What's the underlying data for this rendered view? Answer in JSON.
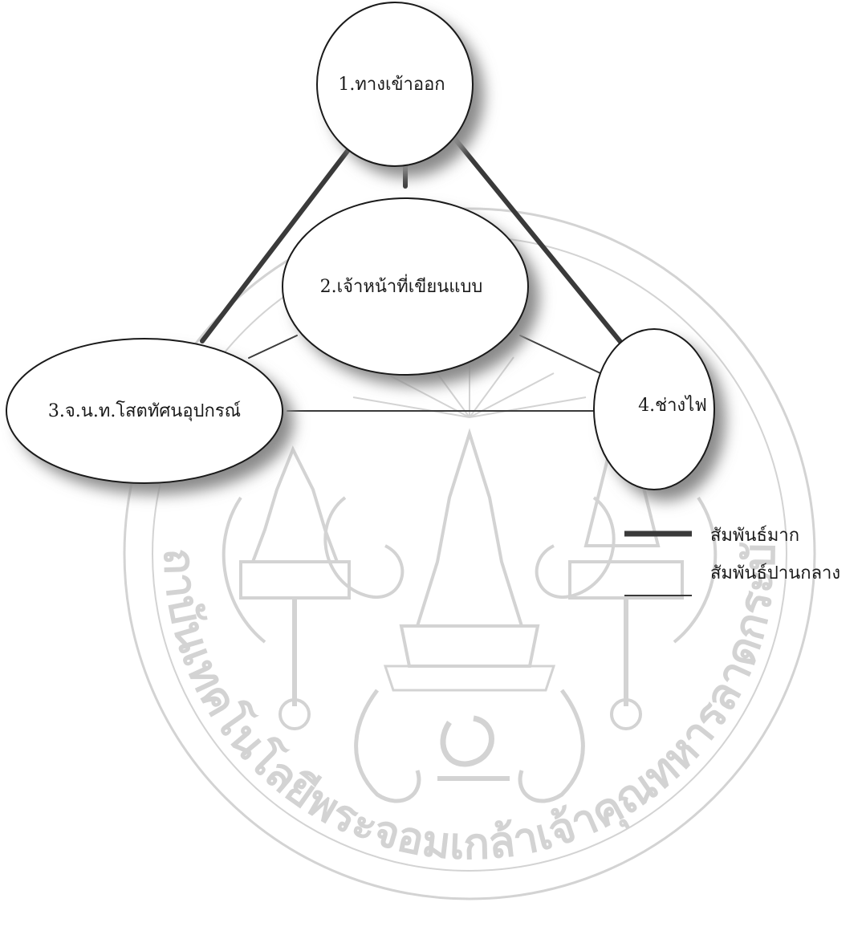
{
  "diagram": {
    "nodes": [
      {
        "id": "n1",
        "label": "1.ทางเข้าออก"
      },
      {
        "id": "n2",
        "label": "2.เจ้าหน้าที่เขียนแบบ"
      },
      {
        "id": "n3",
        "label": "3.จ.น.ท.โสตทัศนอุปกรณ์"
      },
      {
        "id": "n4",
        "label": "4.ช่างไฟ"
      }
    ],
    "edges": [
      {
        "from": "n1",
        "to": "n2",
        "strength": "strong"
      },
      {
        "from": "n1",
        "to": "n3",
        "strength": "strong"
      },
      {
        "from": "n1",
        "to": "n4",
        "strength": "strong"
      },
      {
        "from": "n2",
        "to": "n3",
        "strength": "medium"
      },
      {
        "from": "n2",
        "to": "n4",
        "strength": "medium"
      },
      {
        "from": "n3",
        "to": "n4",
        "strength": "medium"
      }
    ],
    "legend": [
      {
        "strength": "strong",
        "label": "สัมพันธ์มาก"
      },
      {
        "strength": "medium",
        "label": "สัมพันธ์ปานกลาง"
      }
    ]
  },
  "watermark": {
    "text": "สถาบันเทคโนโลยีพระจอมเกล้าเจ้าคุณทหารลาดกระบัง"
  },
  "colors": {
    "line": "#3a3a3a",
    "node_fill": "#ffffff",
    "node_stroke": "#1a1a1a",
    "shadow": "#8a8a8a",
    "watermark": "#d3d3d3"
  }
}
